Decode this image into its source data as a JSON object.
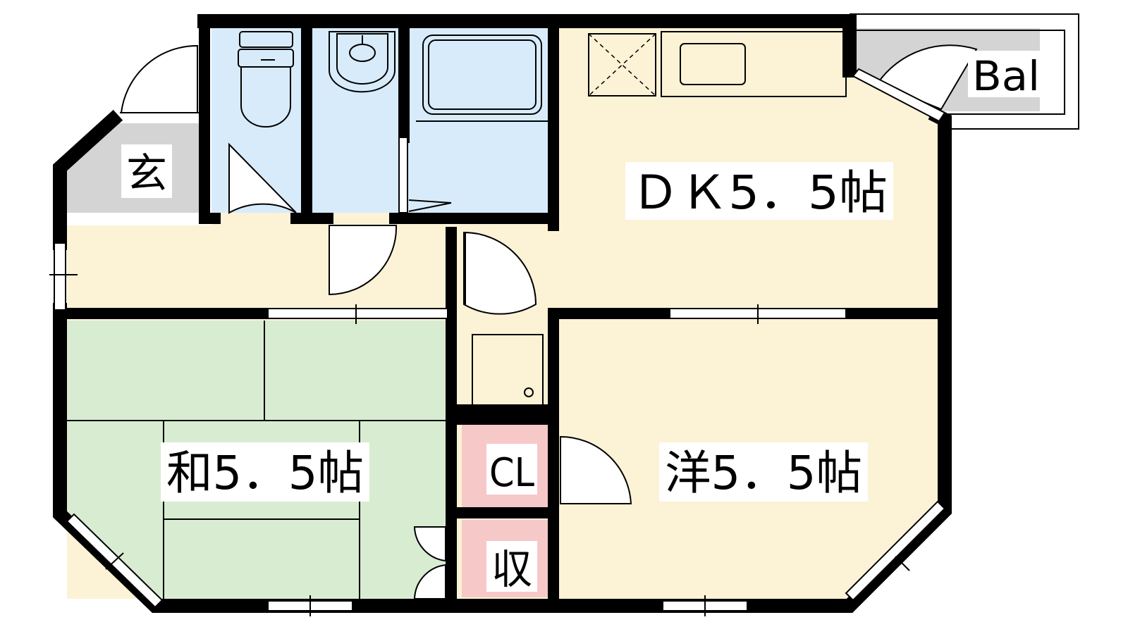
{
  "rooms": {
    "dk": "ＤＫ5．5帖",
    "washitsu": "和5．5帖",
    "youshitsu": "洋5．5帖",
    "genkan": "玄",
    "balcony": "Bal",
    "closet": "CL",
    "storage": "収"
  },
  "colors": {
    "corridor": "#fcf2d6",
    "tatami": "#d8ecd2",
    "wet_area": "#d8ebfa",
    "genkan": "#d4d4d4",
    "balcony": "#d4d4d4",
    "closet": "#f7c8c8",
    "kitchen_counter": "#eadcf4",
    "walls": "#000000"
  },
  "icons": [
    "toilet-icon",
    "washbasin-icon",
    "bathtub-icon",
    "washing-machine-pan-icon",
    "stove-icon",
    "sink-icon"
  ]
}
